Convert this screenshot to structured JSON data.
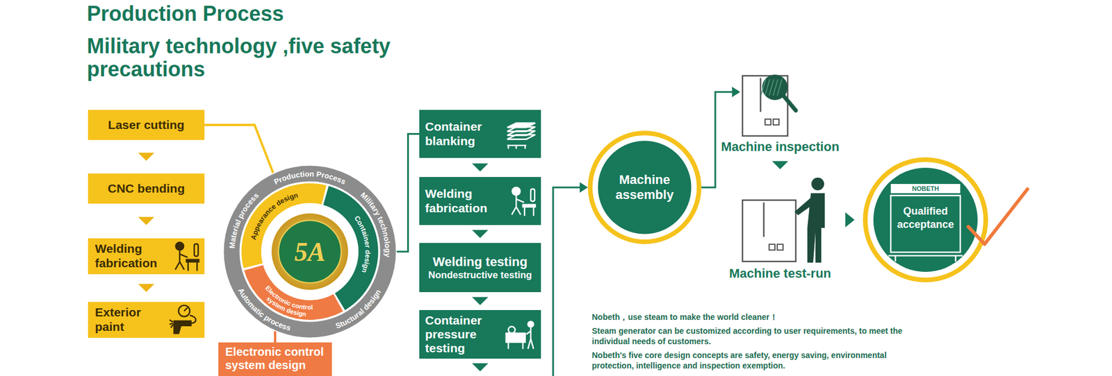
{
  "diagram": {
    "title": "Production Process",
    "nodes": [
      {
        "text": [
          "Laser cutting"
        ]
      },
      {
        "text": [
          "CNC bending"
        ]
      },
      {
        "text": [
          "Welding fabrication"
        ]
      },
      {
        "text": [
          "Exterior paint"
        ]
      },
      {
        "text": [
          "Production Process",
          "Military technology",
          "Stuctural design",
          "Automatic process",
          "Material process",
          "Appearance design",
          "Container design",
          "Electronic control system design"
        ]
      },
      {
        "text": [
          "Electronic control system design"
        ]
      },
      {
        "text": [
          "Container blanking"
        ]
      },
      {
        "text": [
          "Welding fabrication"
        ]
      },
      {
        "text": [
          "Welding testing",
          "Nondestructive testing"
        ]
      },
      {
        "text": [
          "Container pressure testing"
        ]
      },
      {
        "text": [
          "Machine assembly"
        ]
      },
      {
        "text": [
          "Machine inspection"
        ]
      },
      {
        "text": [
          "Machine test-run"
        ]
      },
      {
        "text": [
          "NOBETH",
          "Qualified acceptance"
        ]
      }
    ],
    "edges": [
      {
        "from": 0,
        "to": 1,
        "arrow": "to"
      },
      {
        "from": 1,
        "to": 2,
        "arrow": "to"
      },
      {
        "from": 2,
        "to": 3,
        "arrow": "to"
      },
      {
        "from": 0,
        "to": 4,
        "arrow": "none"
      },
      {
        "from": 4,
        "to": 5,
        "arrow": "none"
      },
      {
        "from": 4,
        "to": 6,
        "arrow": "none"
      },
      {
        "from": 6,
        "to": 7,
        "arrow": "to"
      },
      {
        "from": 7,
        "to": 8,
        "arrow": "to"
      },
      {
        "from": 8,
        "to": 9,
        "arrow": "to"
      },
      {
        "from": 10,
        "to": 11,
        "arrow": "to"
      },
      {
        "from": 11,
        "to": 12,
        "arrow": "to"
      },
      {
        "from": 12,
        "to": 13,
        "arrow": "to"
      }
    ],
    "labels": [
      "Military technology ,five safety precautions",
      "5A",
      "Nobeth，use steam to make the world cleaner！",
      "Steam generator can be customized according to user requirements, to meet the individual needs of customers.",
      "Nobeth's five core design concepts are safety, energy saving, environmental protection, intelligence and inspection exemption."
    ]
  }
}
